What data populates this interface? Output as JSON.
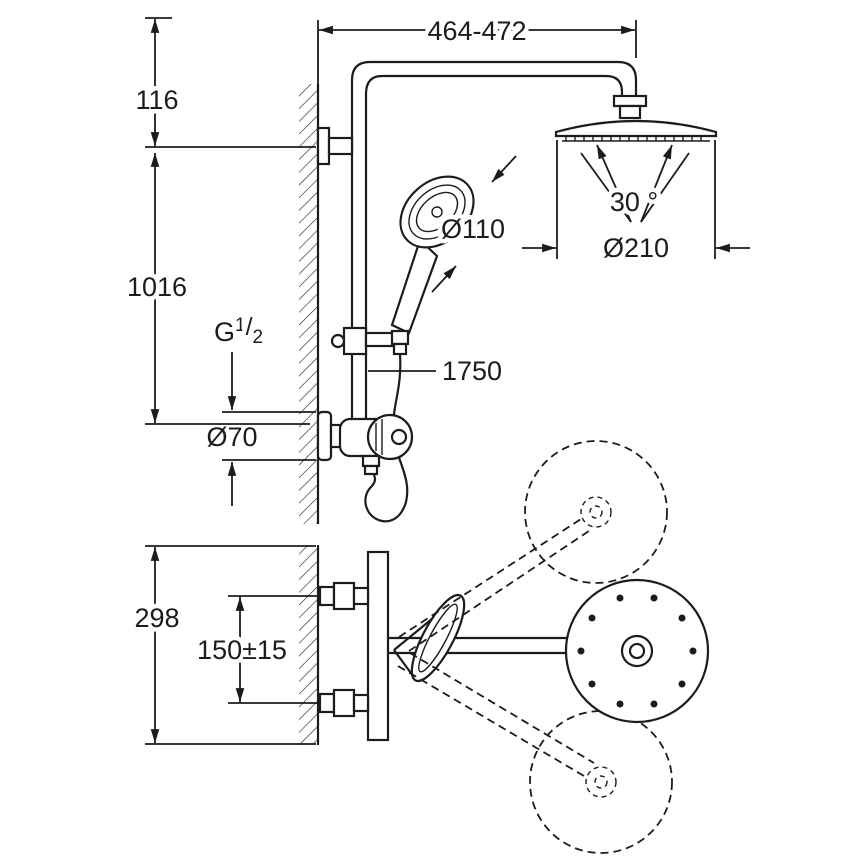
{
  "colors": {
    "line": "#1c1c1c",
    "background": "#ffffff"
  },
  "front_view": {
    "width_range": "464-472",
    "top_offset": "116",
    "rail_height": "1016",
    "thread": {
      "g": "G",
      "numerator": "1",
      "slash": "/",
      "denominator": "2"
    },
    "escutcheon_diameter": "Ø70",
    "handshower_diameter": "Ø110",
    "head_tilt_angle": "30 °",
    "head_diameter": "Ø210",
    "hose_length": "1750"
  },
  "plan_view": {
    "depth": "298",
    "inlet_spacing": "150±15"
  }
}
